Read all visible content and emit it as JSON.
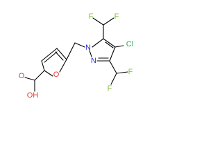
{
  "molecule": {
    "atoms": {
      "F_top_left": {
        "label": "F",
        "color": "#8BC34A"
      },
      "F_top_right": {
        "label": "F",
        "color": "#8BC34A"
      },
      "Cl": {
        "label": "Cl",
        "color": "#22A845"
      },
      "N1": {
        "label": "N",
        "color": "#2B2BD6"
      },
      "N2": {
        "label": "N",
        "color": "#2B2BD6"
      },
      "O_ring": {
        "label": "O",
        "color": "#E53935"
      },
      "O_carbonyl": {
        "label": "O",
        "color": "#E53935"
      },
      "OH": {
        "label": "OH",
        "color": "#E53935"
      },
      "F_bottom_left": {
        "label": "F",
        "color": "#8BC34A"
      },
      "F_bottom_right": {
        "label": "F",
        "color": "#8BC34A"
      }
    },
    "bond_color": "#000000"
  }
}
